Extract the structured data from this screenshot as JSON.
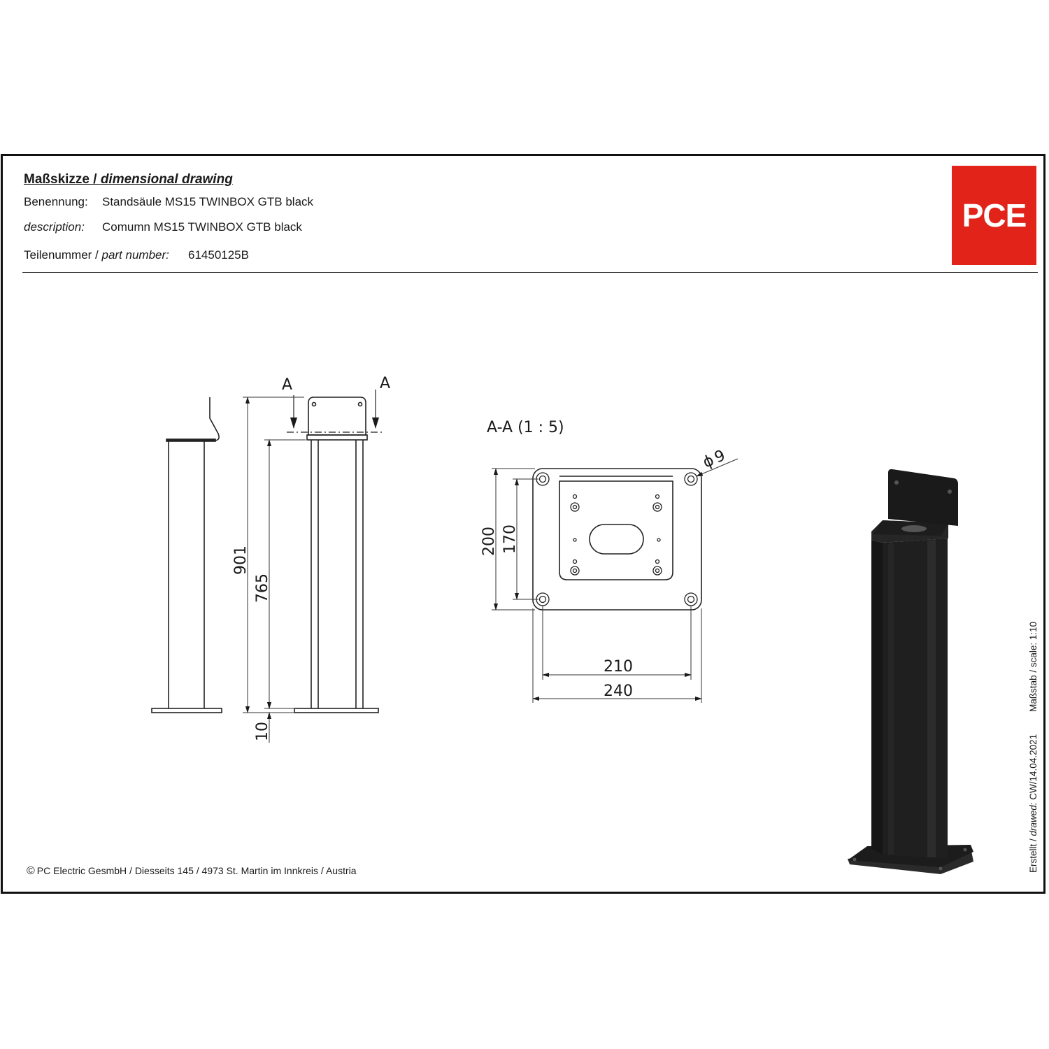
{
  "header": {
    "title_de": "Maßskizze / ",
    "title_en": "dimensional drawing",
    "name_label": "Benennung:",
    "name_value": "Standsäule MS15 TWINBOX GTB black",
    "desc_label": "description:",
    "desc_value": "Comumn MS15 TWINBOX GTB black",
    "part_label_de": "Teilenummer / ",
    "part_label_en": "part number:",
    "part_value": "61450125B"
  },
  "logo": {
    "text": "PCE",
    "color": "#e2231a"
  },
  "drawing": {
    "section_marker_left": "A",
    "section_marker_right": "A",
    "dim_total_height": "901",
    "dim_column_height": "765",
    "dim_base_thickness": "10",
    "section_title": "A-A  (1 : 5)",
    "dim_plate_height": "200",
    "dim_hole_spacing_v": "170",
    "dim_hole_spacing_h": "210",
    "dim_plate_width": "240",
    "dim_hole_diameter": "9",
    "dim_hole_diameter_symbol": "ϕ"
  },
  "footer": {
    "copyright_symbol": "©",
    "text": "PC Electric GesmbH / Diesseits 145 / 4973 St. Martin im Innkreis / Austria"
  },
  "side_note": {
    "created_label": "Erstellt / ",
    "created_label_en": "drawed:",
    "created_value": " CW/14.04.2021",
    "scale_label": "Maßstab / scale: 1:10"
  },
  "colors": {
    "product": "#1e1e1e",
    "line": "#333333"
  }
}
